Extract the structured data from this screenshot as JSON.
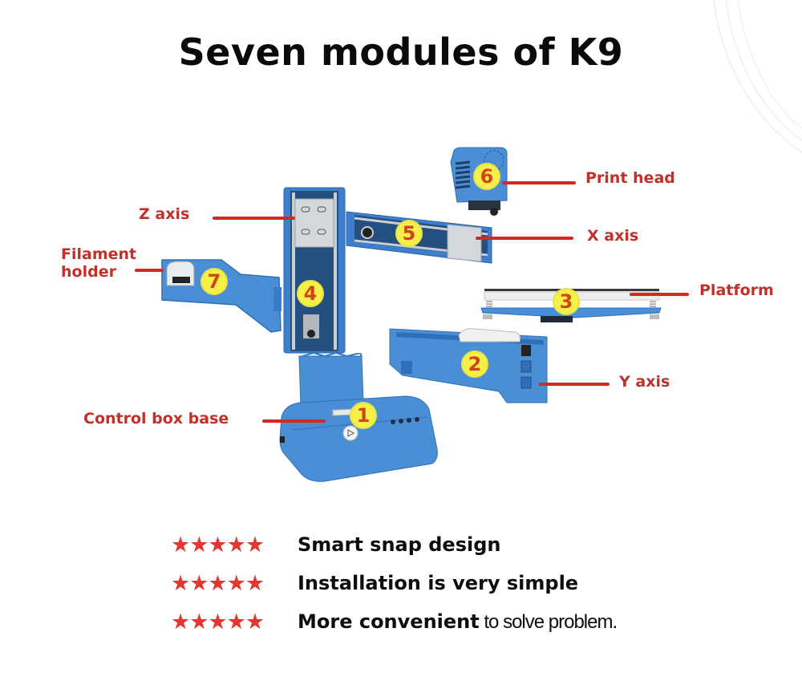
{
  "title": "Seven modules of K9",
  "colors": {
    "label_red": "#c0312b",
    "leader_red": "#d12a25",
    "badge_yellow": "#f4f046",
    "badge_number": "#d0451f",
    "module_blue": "#4a8fd6",
    "module_blue_dark": "#2f6fb8",
    "star_red": "#e13730"
  },
  "modules": [
    {
      "number": "1",
      "label": "Control box base"
    },
    {
      "number": "2",
      "label": "Y axis"
    },
    {
      "number": "3",
      "label": "Platform"
    },
    {
      "number": "4",
      "label": "Z axis"
    },
    {
      "number": "5",
      "label": "X axis"
    },
    {
      "number": "6",
      "label": "Print head"
    },
    {
      "number": "7",
      "label_line1": "Filament",
      "label_line2": "holder"
    }
  ],
  "features": [
    {
      "stars": "★★★★★",
      "rating": 5,
      "text": "Smart snap design"
    },
    {
      "stars": "★★★★★",
      "rating": 5,
      "text": "Installation is very simple"
    },
    {
      "stars": "★★★★★",
      "rating": 5,
      "text_bold": "More convenient",
      "text_thin": " to solve problem."
    }
  ]
}
